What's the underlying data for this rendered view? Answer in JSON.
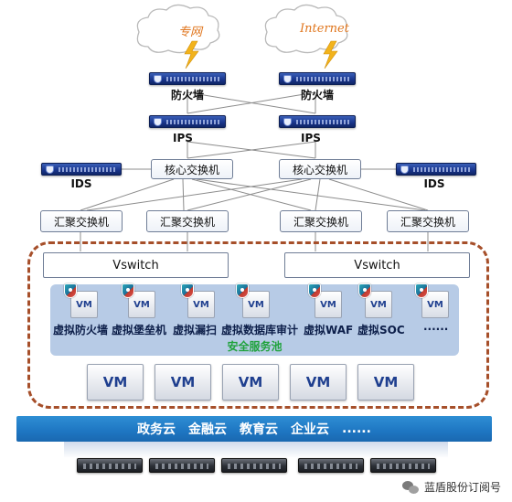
{
  "clouds": {
    "private_net": "专网",
    "internet": "Internet"
  },
  "firewalls": {
    "left_label": "防火墙",
    "right_label": "防火墙"
  },
  "ips": {
    "left_label": "IPS",
    "right_label": "IPS"
  },
  "core": {
    "left_label": "核心交换机",
    "right_label": "核心交换机"
  },
  "ids": {
    "left_label": "IDS",
    "right_label": "IDS"
  },
  "aggregation": {
    "labels": [
      "汇聚交换机",
      "汇聚交换机",
      "汇聚交换机",
      "汇聚交换机"
    ]
  },
  "vswitch": {
    "left_label": "Vswitch",
    "right_label": "Vswitch"
  },
  "security_pool": {
    "title": "安全服务池",
    "vm_text": "VM",
    "services": [
      "虚拟防火墙",
      "虚拟堡垒机",
      "虚拟漏扫",
      "虚拟数据库审计",
      "虚拟WAF",
      "虚拟SOC",
      "......"
    ]
  },
  "vms": {
    "labels": [
      "VM",
      "VM",
      "VM",
      "VM",
      "VM"
    ]
  },
  "cloud_bar": {
    "items": [
      "政务云",
      "金融云",
      "教育云",
      "企业云",
      "......"
    ]
  },
  "watermark": {
    "text": "蓝盾股份订阅号"
  },
  "colors": {
    "device_blue": "#18348a",
    "dashed_border": "#a64f2a",
    "pool_bg": "#b7cbe6",
    "pool_title": "#1fa23c",
    "cloud_bar": "#1e76c2",
    "lightning": "#f2b31c"
  }
}
